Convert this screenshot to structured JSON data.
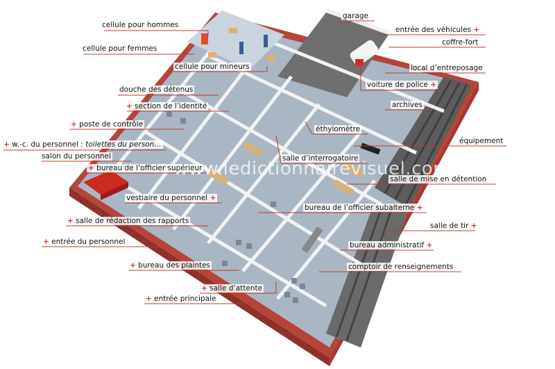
{
  "watermark": "www.ledictionnairevisuel.com",
  "labels": {
    "garage": "garage",
    "cellule_hommes": "cellule pour hommes",
    "entree_vehicules": "entrée des véhicules",
    "cellule_femmes": "cellule pour femmes",
    "coffre_fort": "coffre-fort",
    "cellule_mineurs": "cellule pour mineurs",
    "local_entreposage": "local d’entreposage",
    "douche_detenus": "douche des détenus",
    "voiture_police": "voiture de police",
    "section_identite": "section de l’identité",
    "archives": "archives",
    "poste_controle": "poste de contrôle",
    "ethylometre": "éthylomètre",
    "wc_personnel": "w.-c. du personnel :",
    "wc_personnel_italic": "toilettes du person…",
    "equipement": "équipement",
    "salon_personnel": "salon du personnel",
    "salle_interrogatoire": "salle d’interrogatoire",
    "bureau_officier_superieur": "bureau de l’officier supérieur",
    "salle_mise_detention": "salle de mise en détention",
    "vestiaire_personnel": "vestiaire du personnel",
    "bureau_officier_subalterne": "bureau de l’officier subalterne",
    "salle_redaction": "salle de rédaction des rapports",
    "salle_tir": "salle de tir",
    "entree_personnel": "entrée du personnel",
    "bureau_administratif": "bureau administratif",
    "comptoir_renseignements": "comptoir de renseignements",
    "bureau_plaintes": "bureau des plaintes",
    "salle_attente": "salle d’attente",
    "entree_principale": "entrée principale"
  },
  "colors": {
    "leader": "#c0392b",
    "plus": "#c0392b",
    "floor": "#9fb0c0",
    "wall": "#e8e8e8",
    "brick": "#b5443a"
  }
}
